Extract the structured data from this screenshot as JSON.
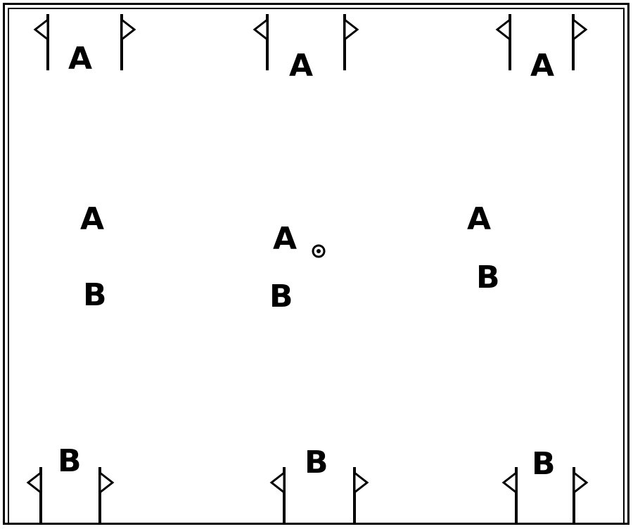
{
  "letters": {
    "top_a_left": "A",
    "top_a_mid": "A",
    "top_a_right": "A",
    "mid_a_left": "A",
    "mid_a_center": "A",
    "mid_a_right": "A",
    "mid_b_left": "B",
    "mid_b_center": "B",
    "mid_b_right": "B",
    "bottom_b_left": "B",
    "bottom_b_mid": "B",
    "bottom_b_right": "B"
  },
  "colors": {
    "line": "#000000",
    "background": "#ffffff"
  },
  "icons": {
    "goal_flag": "pennant-flag-icon",
    "center_mark": "center-spot-icon"
  }
}
